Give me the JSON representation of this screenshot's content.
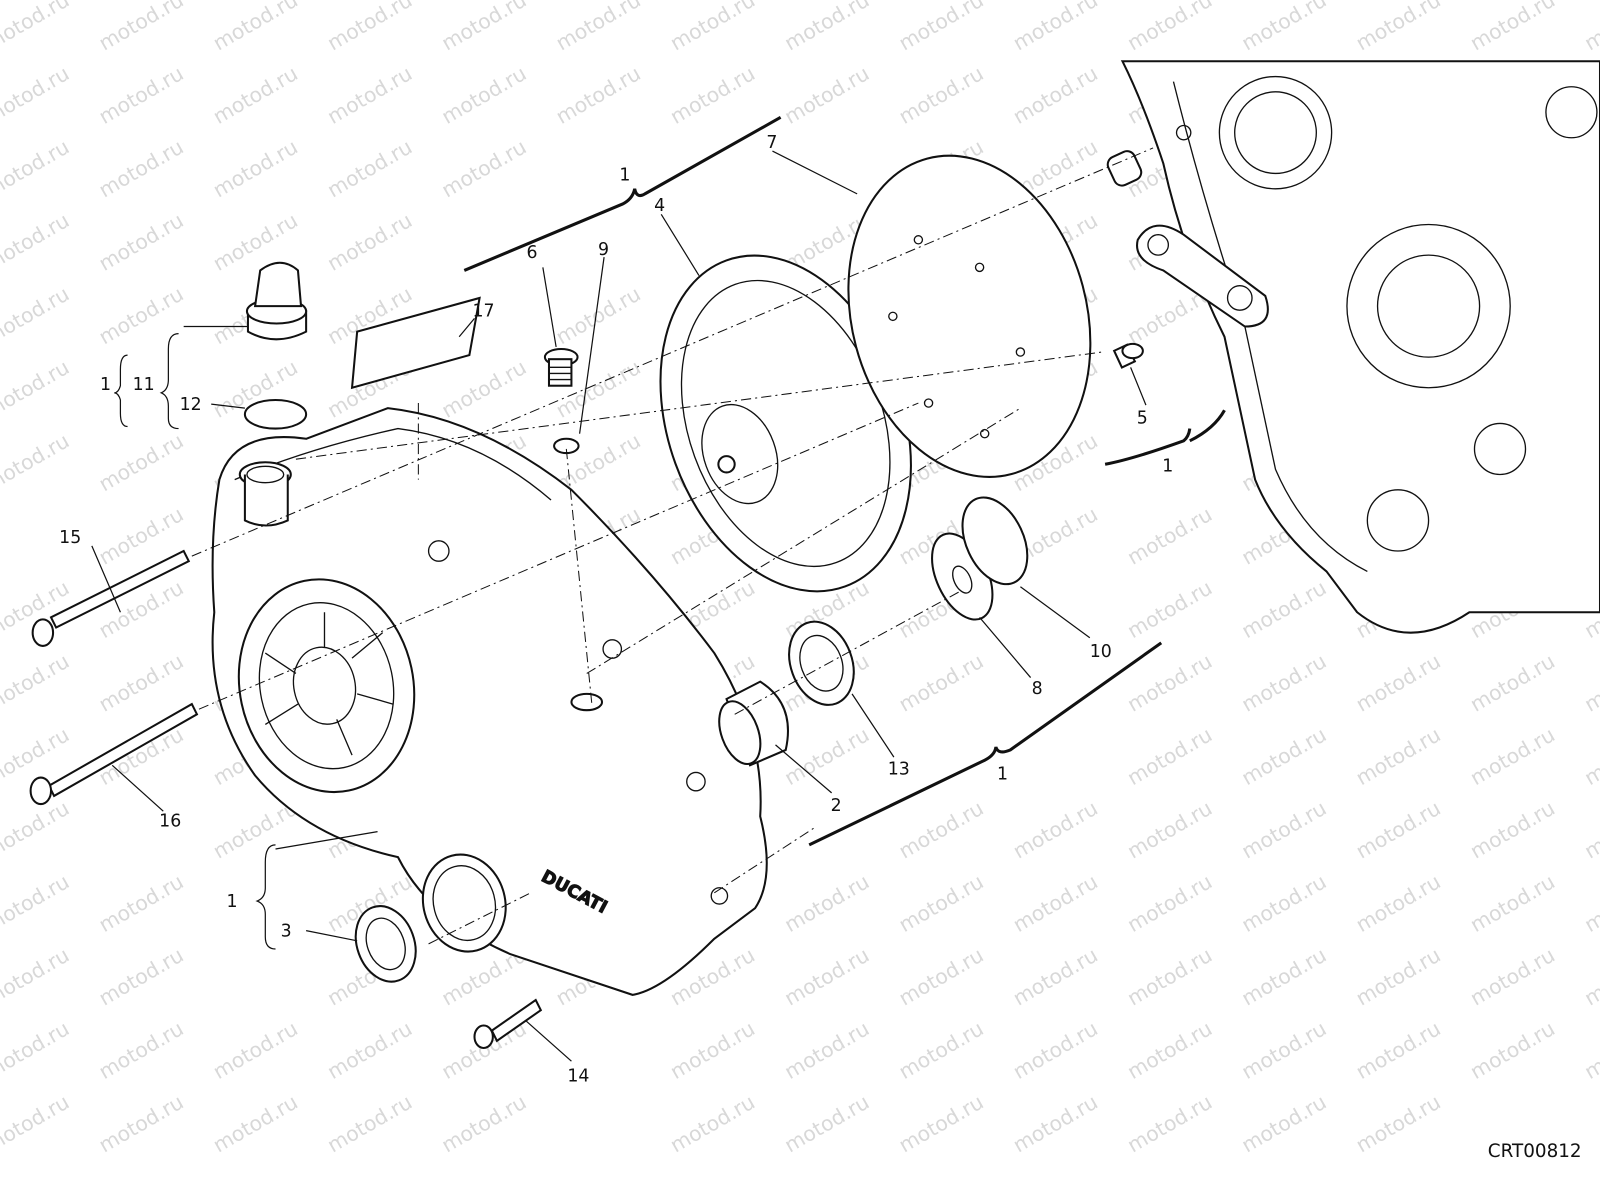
{
  "watermark": "motod.ru",
  "drawing_code": "CRT00812",
  "brand_on_cover": "DUCATI",
  "callouts": {
    "group_top": "1",
    "p7": "7",
    "p4": "4",
    "p6": "6",
    "p9": "9",
    "p17": "17",
    "group_left": "1",
    "p11": "11",
    "p12": "12",
    "p15": "15",
    "p16": "16",
    "p5": "5",
    "group_right": "1",
    "p10": "10",
    "p8": "8",
    "p13": "13",
    "p2": "2",
    "group_bottom": "1",
    "group_cover": "1",
    "p3": "3",
    "p14": "14"
  }
}
